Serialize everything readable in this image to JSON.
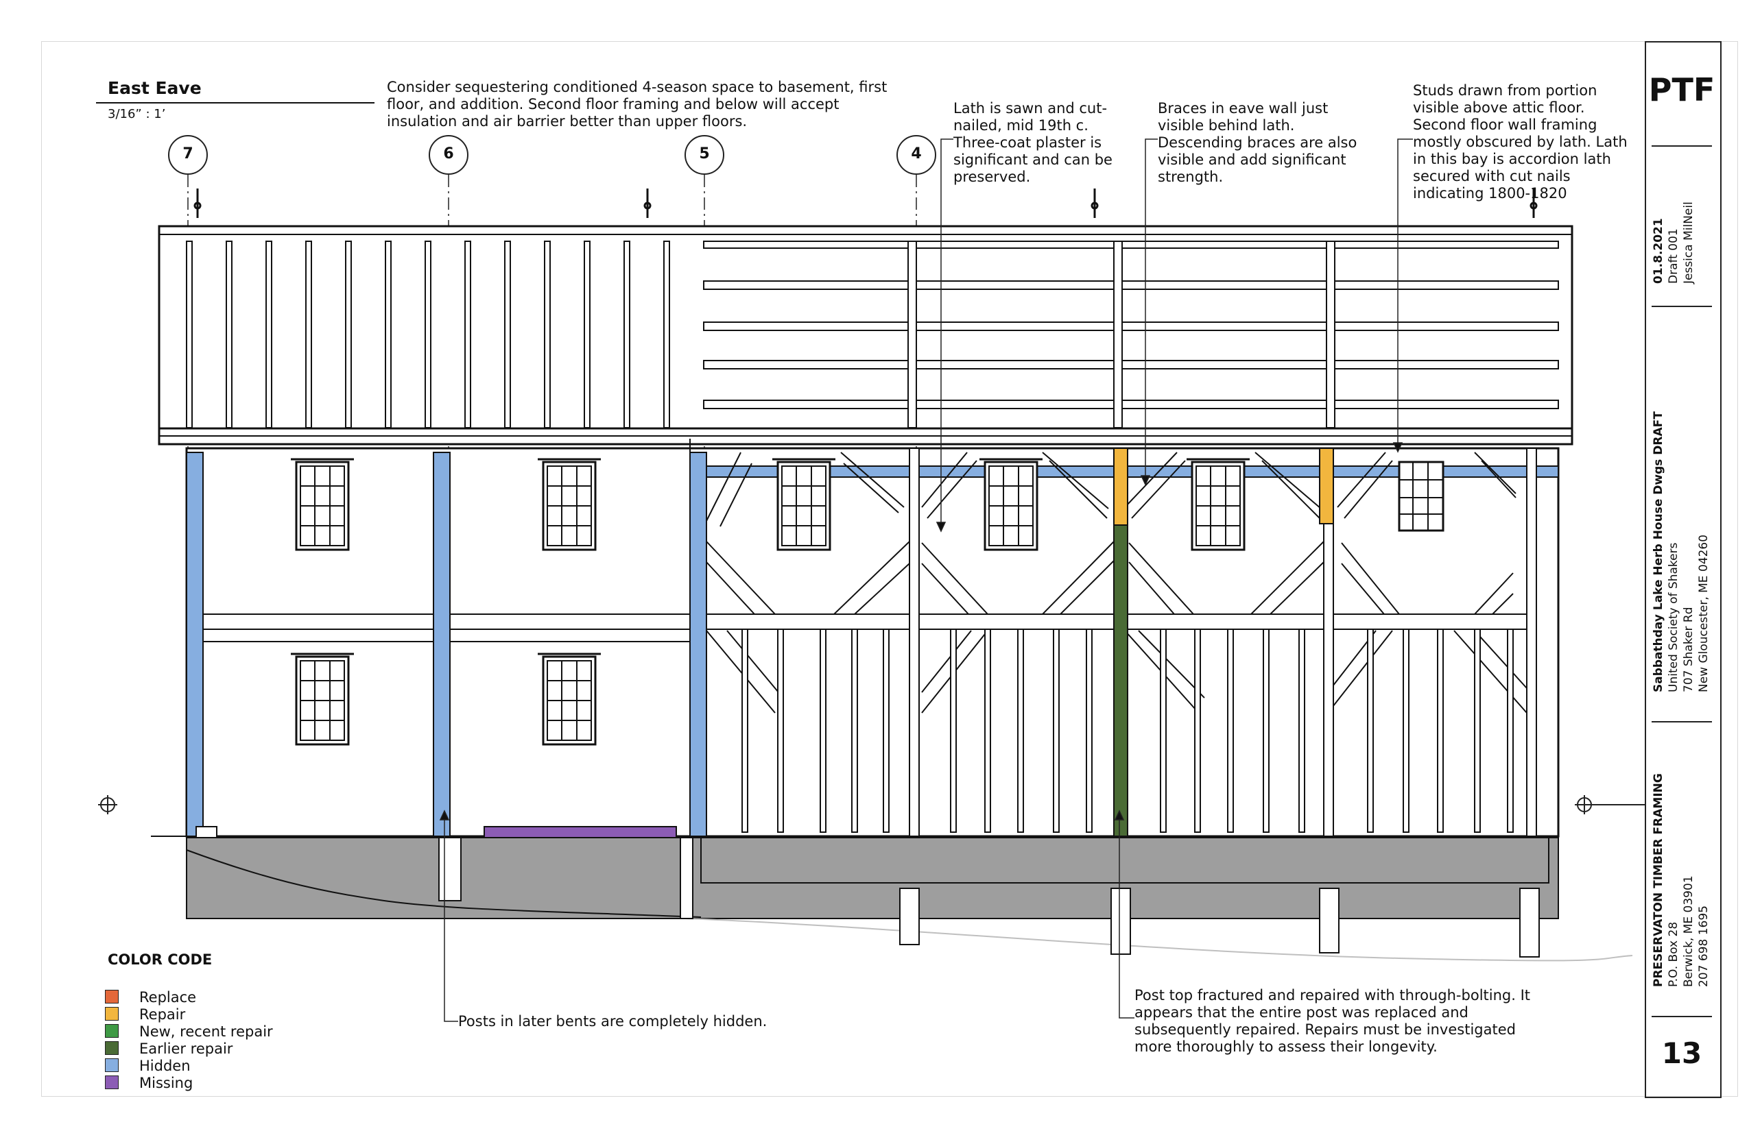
{
  "sheet": {
    "title": "East Eave",
    "scale": "3/16” : 1’",
    "sheet_number": "13",
    "firm_abbrev": "PTF"
  },
  "gridlines": [
    "7",
    "6",
    "5",
    "4"
  ],
  "notes": {
    "basement": "Consider sequestering conditioned 4-season space to basement, first\nfloor, and addition. Second floor framing and below will accept\ninsulation and air barrier better than upper floors.",
    "lath": "Lath is sawn and cut-\nnailed, mid 19th c.\nThree-coat plaster is\nsignificant and can be\npreserved.",
    "braces": "Braces in eave wall just\nvisible behind lath.\nDescending braces are also\nvisible and add significant\nstrength.",
    "studs": "Studs drawn from portion\nvisible above attic floor.\nSecond floor wall framing\nmostly obscured by lath. Lath\nin this bay is accordion lath\nsecured with cut nails\nindicating 1800-1820",
    "posts_hidden": "Posts in later bents are completely hidden.",
    "post_top": "Post top fractured and repaired with through-bolting. It\nappears that the entire post was replaced and\nsubsequently repaired. Repairs must be investigated\nmore thoroughly to assess their longevity."
  },
  "legend": {
    "title": "COLOR CODE",
    "items": [
      {
        "label": "Replace",
        "color": "#E4683A"
      },
      {
        "label": "Repair",
        "color": "#F2B63E"
      },
      {
        "label": "New, recent repair",
        "color": "#3F9A45"
      },
      {
        "label": "Earlier repair",
        "color": "#4A6B35"
      },
      {
        "label": "Hidden",
        "color": "#86AEE0"
      },
      {
        "label": "Missing",
        "color": "#8C5CB5"
      }
    ]
  },
  "title_block": {
    "date": "01.8.2021",
    "draft": "Draft 001",
    "author": "Jessica MilNeil",
    "project": "Sabbathday Lake Herb House Dwgs DRAFT",
    "client": "United Society of Shakers",
    "address1": "707 Shaker Rd",
    "address2": "New Gloucester, ME 04260",
    "firm": "PRESERVATON TIMBER FRAMING",
    "firm_po": "P.O. Box 28",
    "firm_city": "Berwick, ME 03901",
    "firm_phone": "207 698 1695"
  },
  "colors": {
    "hidden": "#86AEE0",
    "repair": "#F2B63E",
    "earlier_repair": "#4A6B35",
    "missing": "#8C5CB5",
    "foundation": "#9E9E9E"
  }
}
